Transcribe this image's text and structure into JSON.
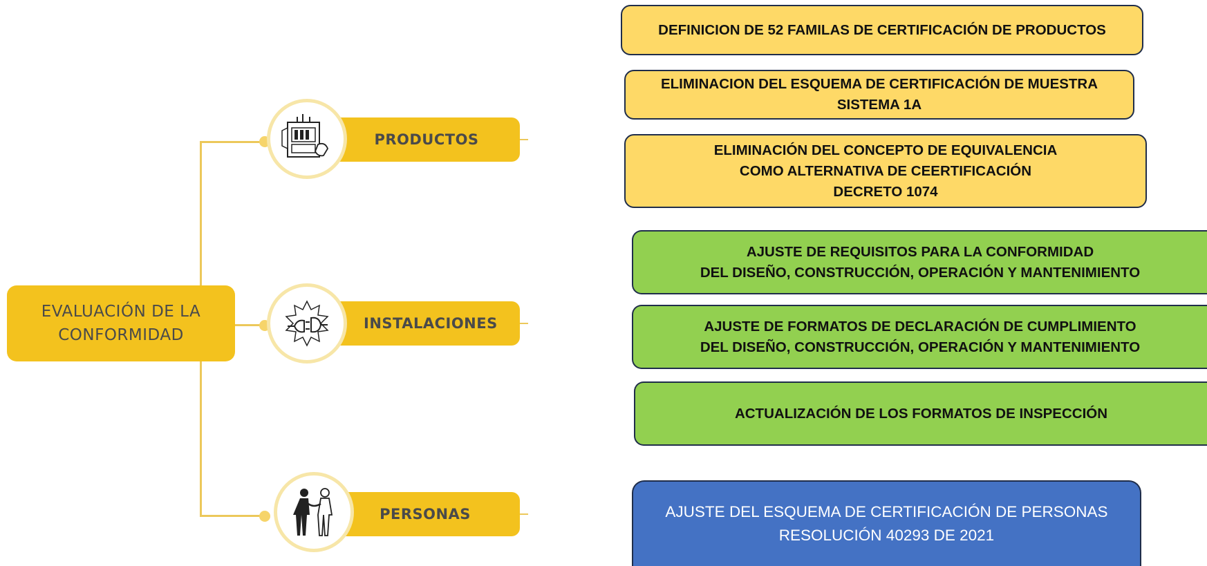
{
  "mindmap": {
    "root_label": "EVALUACIÓN DE LA CONFORMIDAD",
    "branches": [
      {
        "label": "PRODUCTOS",
        "icon": "electrical-panel-icon"
      },
      {
        "label": "INSTALACIONES",
        "icon": "plug-connector-icon"
      },
      {
        "label": "PERSONAS",
        "icon": "handshake-people-icon"
      }
    ],
    "colors": {
      "accent": "#f3c21e",
      "text": "#4a4a4a"
    }
  },
  "boxes": [
    {
      "text": "DEFINICION DE 52 FAMILAS DE CERTIFICACIÓN DE PRODUCTOS",
      "color": "#fed967"
    },
    {
      "text": "ELIMINACION DEL ESQUEMA DE CERTIFICACIÓN DE MUESTRA\nSISTEMA 1A",
      "color": "#fed967"
    },
    {
      "text": "ELIMINACIÓN DEL CONCEPTO DE EQUIVALENCIA\nCOMO ALTERNATIVA DE CEERTIFICACIÓN\nDECRETO 1074",
      "color": "#fed967"
    },
    {
      "text": "AJUSTE DE REQUISITOS PARA LA CONFORMIDAD\nDEL DISEÑO, CONSTRUCCIÓN, OPERACIÓN Y MANTENIMIENTO",
      "color": "#92d050"
    },
    {
      "text": "AJUSTE DE FORMATOS DE DECLARACIÓN DE CUMPLIMIENTO\nDEL DISEÑO, CONSTRUCCIÓN, OPERACIÓN Y MANTENIMIENTO",
      "color": "#92d050"
    },
    {
      "text": "ACTUALIZACIÓN DE LOS FORMATOS DE INSPECCIÓN",
      "color": "#92d050"
    },
    {
      "text": "AJUSTE DEL ESQUEMA DE CERTIFICACIÓN DE PERSONAS\nRESOLUCIÓN 40293 DE 2021",
      "color": "#4472c4"
    }
  ]
}
